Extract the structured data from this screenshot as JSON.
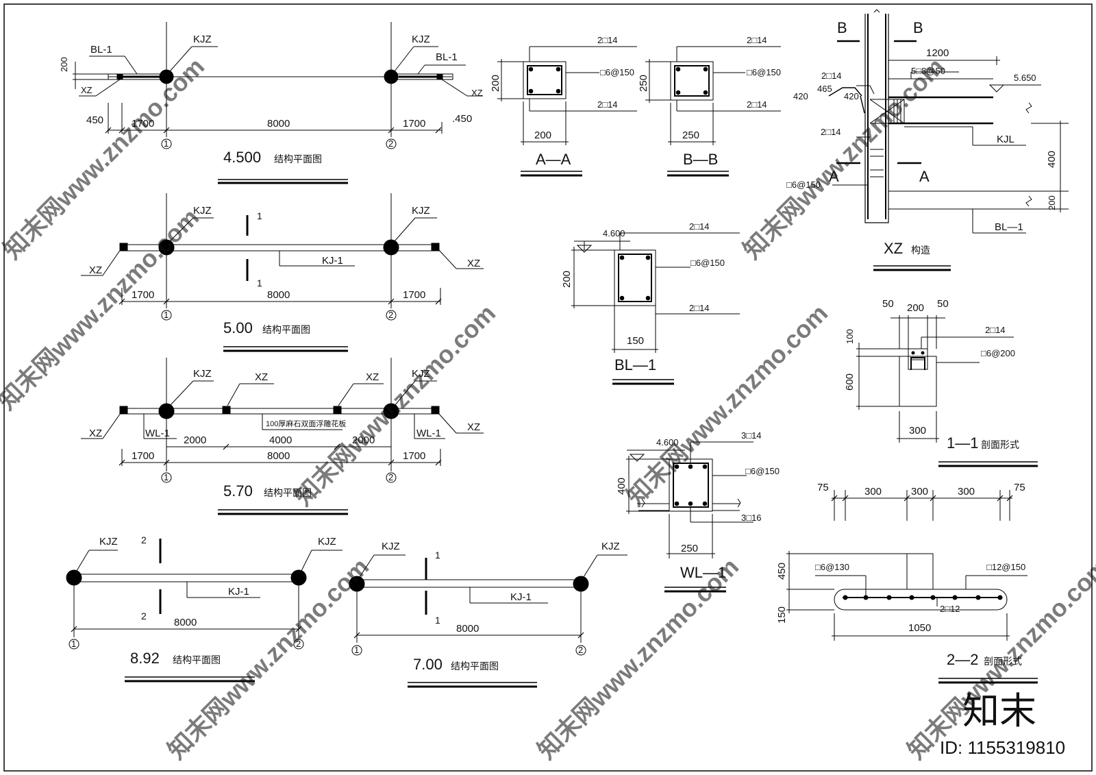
{
  "plans": {
    "p4500": {
      "kjz_l": "KJZ",
      "kjz_r": "KJZ",
      "bl_l": "BL-1",
      "bl_r": "BL-1",
      "xz_l": "XZ",
      "xz_r": "XZ",
      "dim200": "200",
      "d450_l": "450",
      "d1700_l": "1700",
      "d8000": "8000",
      "d1700_r": "1700",
      "d450_r": ".450",
      "ax1": "1",
      "ax2": "2",
      "title_num": "4.500",
      "title_txt": "结构平面图"
    },
    "p500": {
      "kjz_l": "KJZ",
      "kjz_r": "KJZ",
      "sec_top": "1",
      "sec_bot": "1",
      "kj": "KJ-1",
      "xz_l": "XZ",
      "xz_r": "XZ",
      "d1700_l": "1700",
      "d8000": "8000",
      "d1700_r": "1700",
      "ax1": "1",
      "ax2": "2",
      "title_num": "5.00",
      "title_txt": "结构平面图"
    },
    "p570": {
      "kjz_l": "KJZ",
      "kjz_r": "KJZ",
      "xz_m1": "XZ",
      "xz_m2": "XZ",
      "xz_l": "XZ",
      "xz_r": "XZ",
      "wl_l": "WL-1",
      "wl_r": "WL-1",
      "note": "100厚麻石双面浮雕花板",
      "d2000_l": "2000",
      "d4000": "4000",
      "d2000_r": "2000",
      "d1700_l": "1700",
      "d8000": "8000",
      "d1700_r": "1700",
      "ax1": "1",
      "ax2": "2",
      "title_num": "5.70",
      "title_txt": "结构平面图"
    },
    "p892": {
      "kjz_l": "KJZ",
      "kjz_r": "KJZ",
      "sec_top": "2",
      "sec_bot": "2",
      "kj": "KJ-1",
      "d8000": "8000",
      "ax1": "1",
      "ax2": "2",
      "title_num": "8.92",
      "title_txt": "结构平面图"
    },
    "p700": {
      "kjz_l": "KJZ",
      "kjz_r": "KJZ",
      "sec_top": "1",
      "sec_bot": "1",
      "kj": "KJ-1",
      "d8000": "8000",
      "ax1": "1",
      "ax2": "2",
      "title_num": "7.00",
      "title_txt": "结构平面图"
    }
  },
  "sections": {
    "aa": {
      "top": "2□14",
      "stir": "□6@150",
      "bot": "2□14",
      "h": "200",
      "w": "200",
      "title": "A—A"
    },
    "bb": {
      "top": "2□14",
      "stir": "□6@150",
      "bot": "2□14",
      "h": "250",
      "w": "250",
      "title": "B—B"
    },
    "bl1": {
      "elev": "4.600",
      "top": "2□14",
      "stir": "□6@150",
      "bot": "2□14",
      "h": "200",
      "w": "150",
      "title": "BL—1"
    },
    "wl1": {
      "elev": "4.600",
      "top": "3□14",
      "stir": "□6@150",
      "bot": "3□16",
      "h": "400",
      "w": "250",
      "title": "WL—1"
    },
    "s11": {
      "d50a": "50",
      "d200": "200",
      "d50b": "50",
      "top": "2□14",
      "stir": "□6@200",
      "h100": "100",
      "h600": "600",
      "w300": "300",
      "title_num": "1—1",
      "title_txt": "剖面形式"
    },
    "s22": {
      "d75a": "75",
      "d300a": "300",
      "d300b": "300",
      "d300c": "300",
      "d75b": "75",
      "stir": "□6@130",
      "main": "□12@150",
      "bars": "2□12",
      "h450": "450",
      "h150": "150",
      "w1050": "1050",
      "title_num": "2—2",
      "title_txt": "剖面形式"
    }
  },
  "xz_detail": {
    "b_l": "B",
    "b_r": "B",
    "d1200": "1200",
    "stir_top": "2□14",
    "stir_mid": "5□8@50",
    "elev": "5.650",
    "d420_l": "420",
    "d465": "465",
    "d420_r": "420",
    "kjl": "KJL",
    "bar_mid": "2□14",
    "a_l": "A",
    "a_r": "A",
    "stir_bot": "□6@150",
    "h400": "400",
    "h200": "200",
    "bl": "BL—1",
    "title_num": "XZ",
    "title_txt": "构造"
  },
  "watermark": {
    "text": "知末网www.znzmo.com",
    "brand": "知末",
    "id": "ID: 1155319810"
  }
}
